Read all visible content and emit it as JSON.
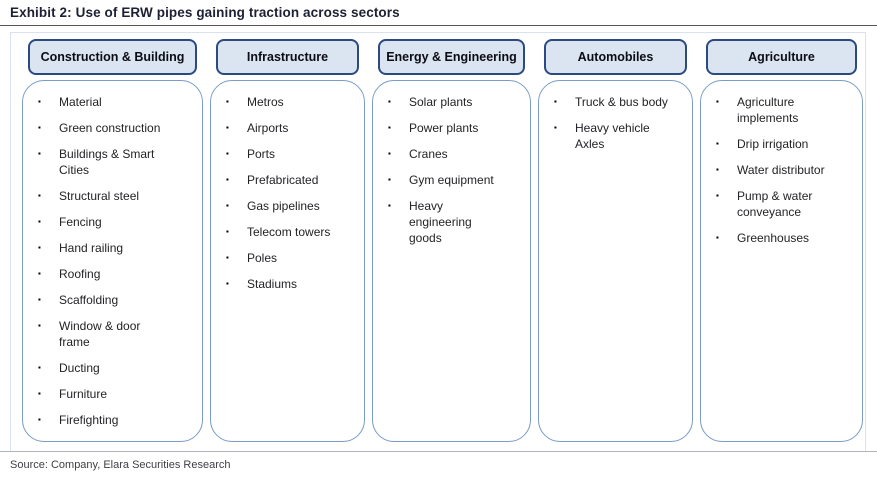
{
  "title": "Exhibit 2: Use of ERW pipes gaining traction across sectors",
  "source": "Source: Company, Elara Securities Research",
  "bullet_glyph": "▪",
  "colors": {
    "title_color": "#1c2133",
    "header_fill": "#dbe5f1",
    "header_border": "#2b4a80",
    "body_border": "#7b9cc7",
    "frame_border": "#d9e2f0",
    "rule_dark": "#55565a",
    "rule_light": "#b0b3b8",
    "text_color": "#232327",
    "source_color": "#3f4045"
  },
  "columns": [
    {
      "header": "Construction & Building",
      "items": [
        "Material",
        "Green construction",
        "Buildings & Smart Cities",
        "Structural steel",
        "Fencing",
        "Hand railing",
        "Roofing",
        "Scaffolding",
        "Window & door frame",
        "Ducting",
        "Furniture",
        "Firefighting"
      ]
    },
    {
      "header": "Infrastructure",
      "items": [
        "Metros",
        "Airports",
        "Ports",
        "Prefabricated",
        "Gas pipelines",
        "Telecom towers",
        "Poles",
        "Stadiums"
      ]
    },
    {
      "header": "Energy & Engineering",
      "items": [
        "Solar plants",
        "Power plants",
        "Cranes",
        "Gym equipment",
        "Heavy engineering goods"
      ]
    },
    {
      "header": "Automobiles",
      "items": [
        "Truck & bus body",
        "Heavy vehicle Axles"
      ]
    },
    {
      "header": "Agriculture",
      "items": [
        "Agriculture implements",
        "Drip irrigation",
        "Water distributor",
        "Pump & water conveyance",
        "Greenhouses"
      ]
    }
  ]
}
